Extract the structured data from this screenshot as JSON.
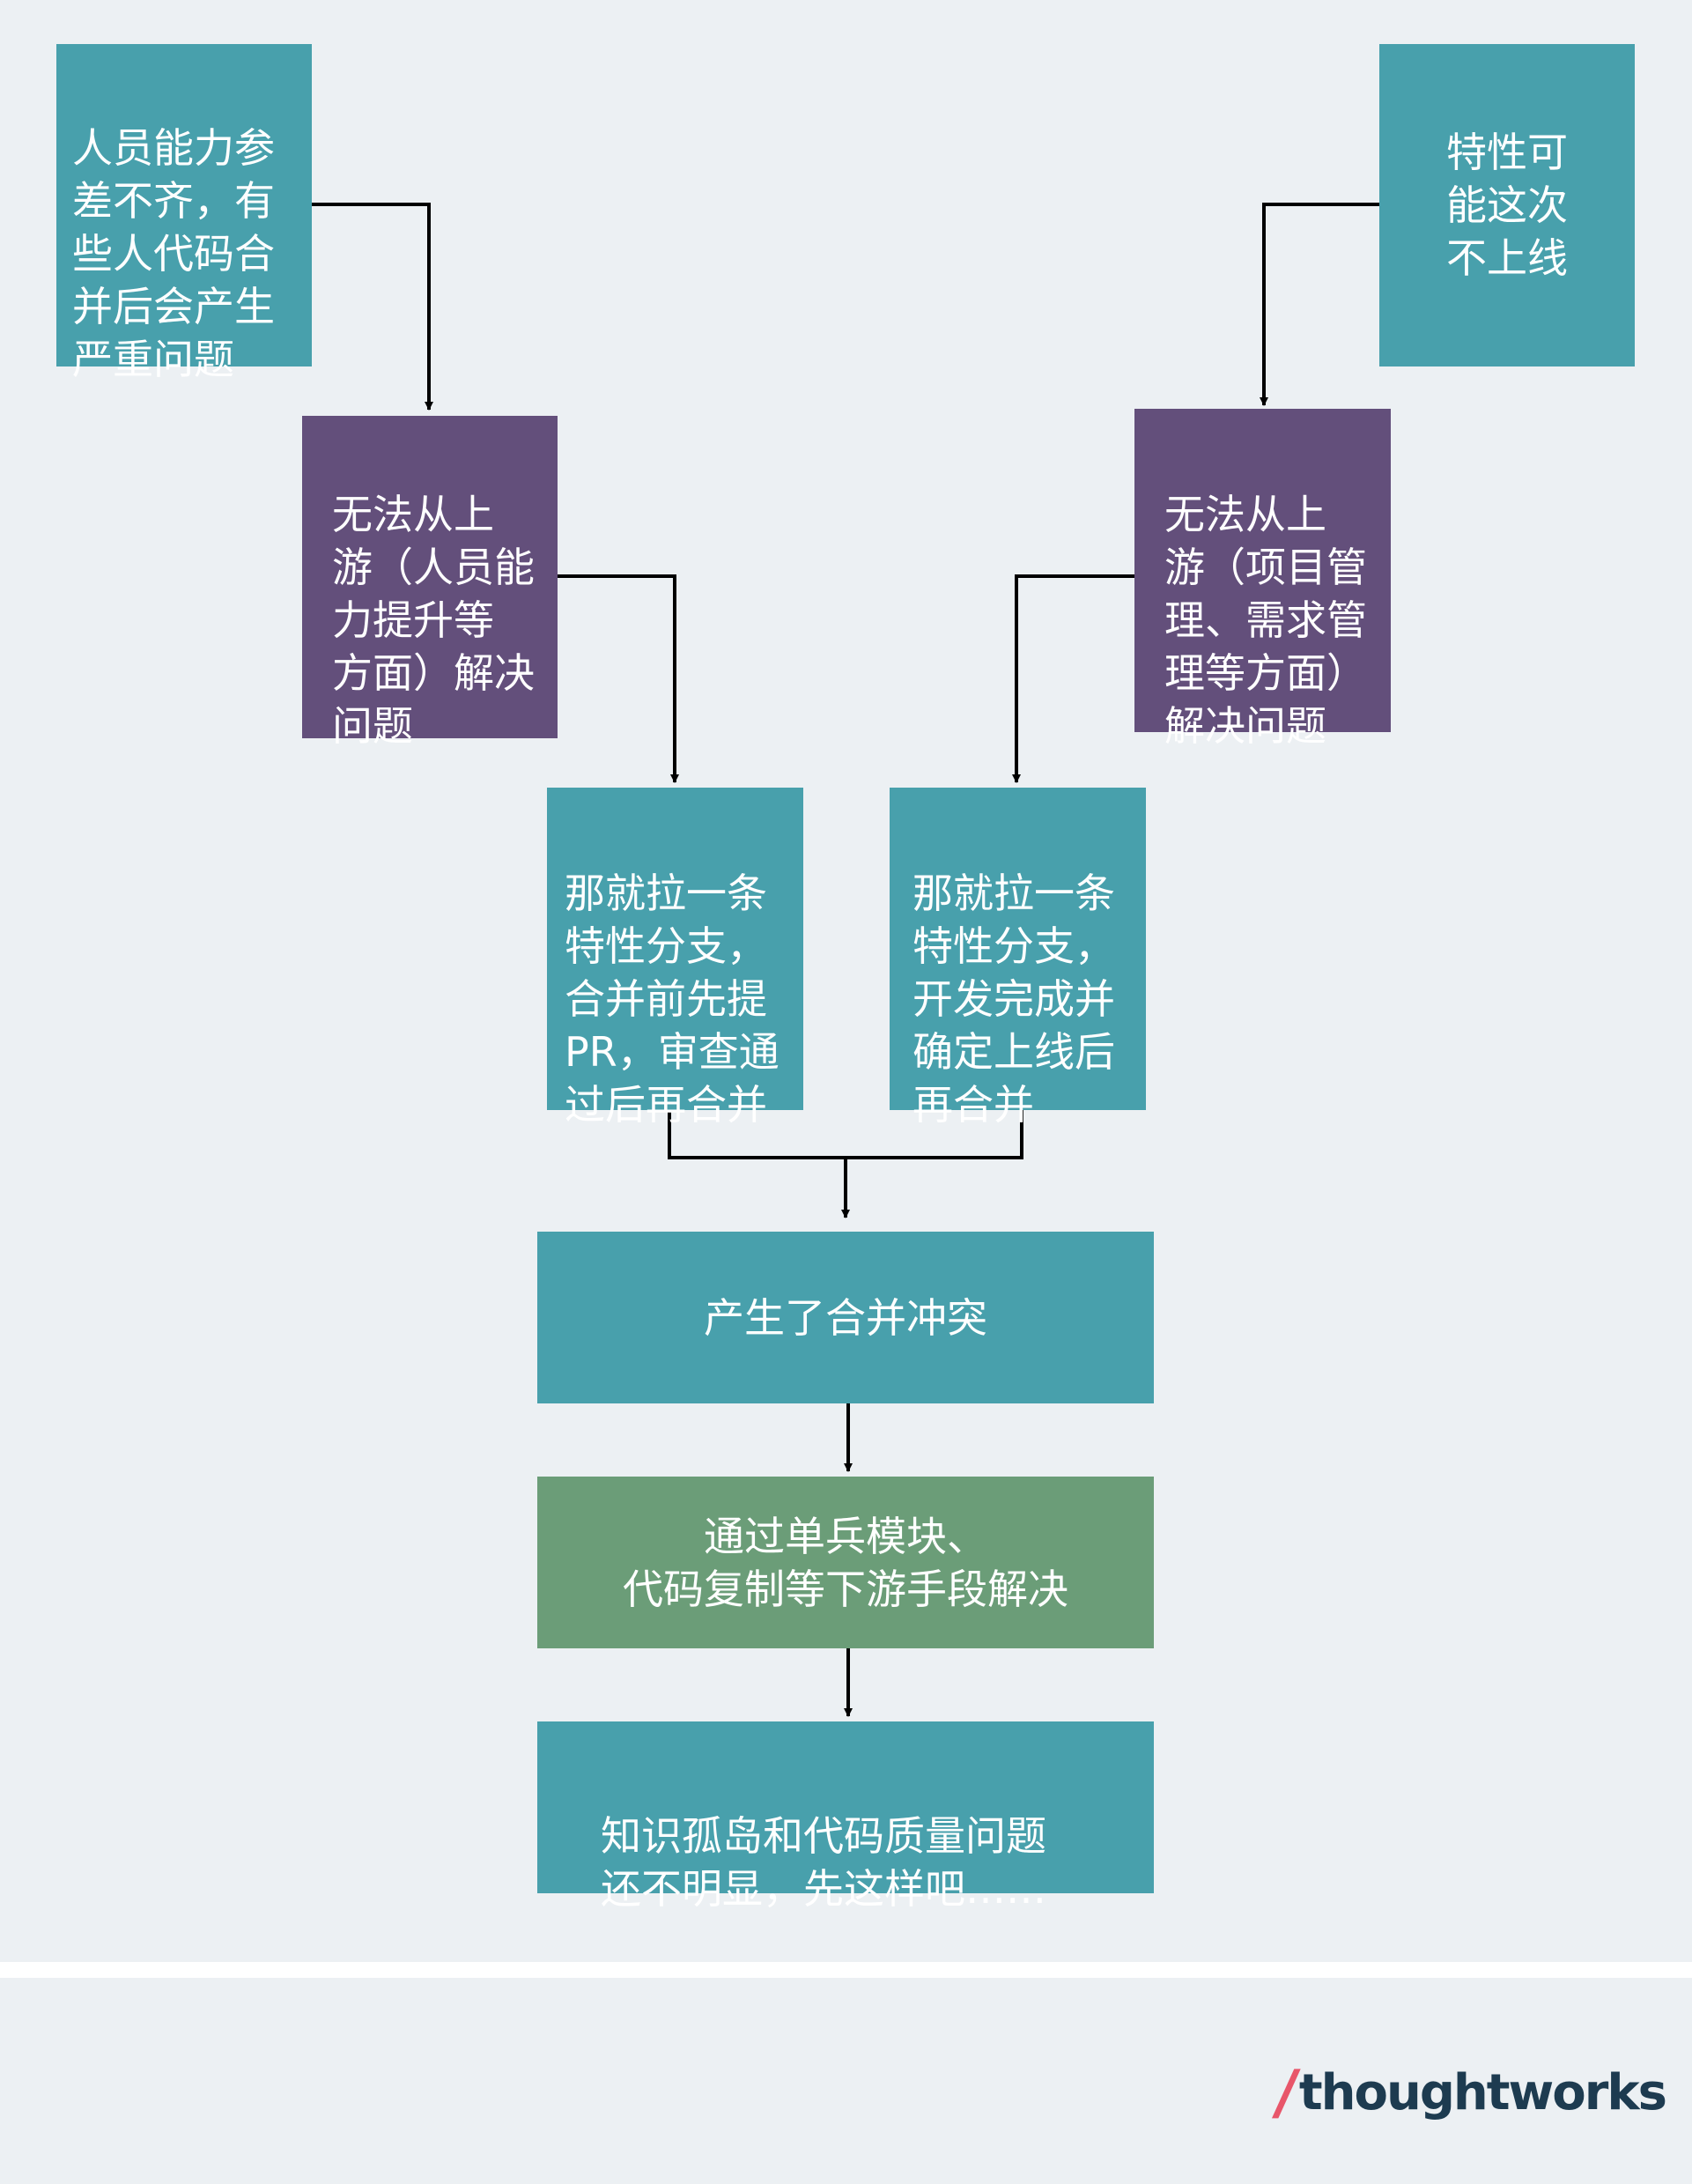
{
  "nodes": {
    "cause_left": "人员能力参\n差不齐，有\n些人代码合\n并后会产生\n严重问题",
    "cause_right": "特性可\n能这次\n不上线",
    "upstream_left": "无法从上\n游（人员能\n力提升等\n方面）解决\n问题",
    "upstream_right": "无法从上\n游（项目管\n理、需求管\n理等方面）\n解决问题",
    "branch_left": "那就拉一条\n特性分支，\n合并前先提\nPR，审查通\n过后再合并",
    "branch_right": "那就拉一条\n特性分支，\n开发完成并\n确定上线后\n再合并",
    "conflict": "产生了合并冲突",
    "downstream": "通过单兵模块、\n代码复制等下游手段解决",
    "result": "知识孤岛和代码质量问题\n还不明显，先这样吧……"
  },
  "logo": {
    "slash": "/",
    "word": "thoughtworks"
  },
  "colors": {
    "background": "#ecf0f3",
    "teal": "#48a0ac",
    "purple": "#634f7b",
    "green": "#6b9d78",
    "line": "#000000",
    "logo_slash": "#e8566a",
    "logo_text": "#1d3b50"
  }
}
